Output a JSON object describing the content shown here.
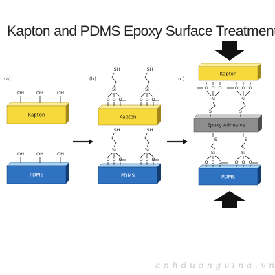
{
  "title": "Kapton and PDMS Epoxy Surface Treatment",
  "panels": {
    "a": "(a)",
    "b": "(b)",
    "c": "(c)"
  },
  "blocks": {
    "kapton": "Kapton",
    "pdms": "PDMS",
    "epoxy": "Epoxy Adhesive"
  },
  "chem": {
    "oh": "OH",
    "sh": "SH",
    "si": "Si",
    "o": "O",
    "s": "S"
  },
  "colors": {
    "kapton_front": "#f7d93b",
    "kapton_top": "#fbee96",
    "kapton_side": "#a0861a",
    "pdms_front": "#2f72c2",
    "pdms_top": "#a9d3f2",
    "pdms_side": "#133d6e",
    "epoxy_front": "#8d8d8d",
    "epoxy_top": "#c9c9c9",
    "epoxy_side": "#4d4d4d",
    "arrow": "#111111"
  },
  "watermark": "anhduongvina.vn"
}
